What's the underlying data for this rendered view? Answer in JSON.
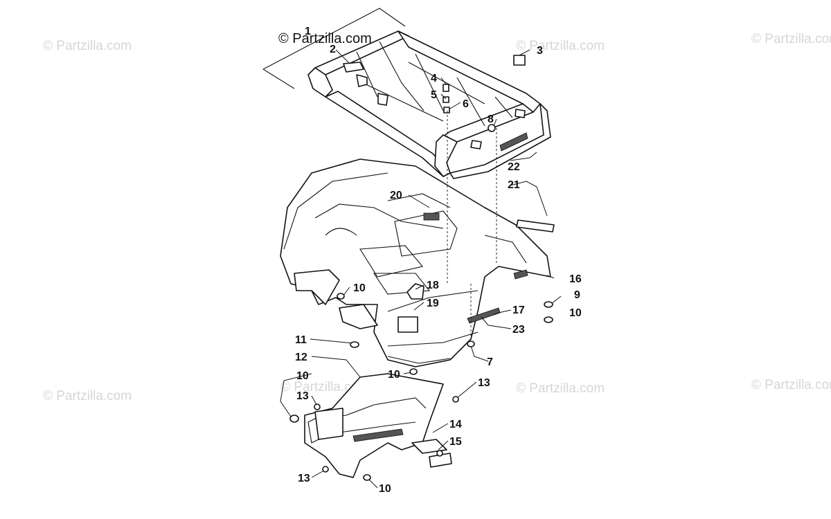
{
  "watermark": "© Partzilla.com",
  "main_watermark": "© Partzilla.com",
  "callouts": [
    {
      "id": "c1",
      "label": "1"
    },
    {
      "id": "c2",
      "label": "2"
    },
    {
      "id": "c3",
      "label": "3"
    },
    {
      "id": "c4",
      "label": "4"
    },
    {
      "id": "c5",
      "label": "5"
    },
    {
      "id": "c6",
      "label": "6"
    },
    {
      "id": "c8",
      "label": "8"
    },
    {
      "id": "c22",
      "label": "22"
    },
    {
      "id": "c21",
      "label": "21"
    },
    {
      "id": "c20",
      "label": "20"
    },
    {
      "id": "c16",
      "label": "16"
    },
    {
      "id": "c9",
      "label": "9"
    },
    {
      "id": "c10a",
      "label": "10"
    },
    {
      "id": "c10b",
      "label": "10"
    },
    {
      "id": "c18",
      "label": "18"
    },
    {
      "id": "c19",
      "label": "19"
    },
    {
      "id": "c17",
      "label": "17"
    },
    {
      "id": "c23",
      "label": "23"
    },
    {
      "id": "c11",
      "label": "11"
    },
    {
      "id": "c7",
      "label": "7"
    },
    {
      "id": "c12",
      "label": "12"
    },
    {
      "id": "c10c",
      "label": "10"
    },
    {
      "id": "c13a",
      "label": "13"
    },
    {
      "id": "c10d",
      "label": "10"
    },
    {
      "id": "c13b",
      "label": "13"
    },
    {
      "id": "c14",
      "label": "14"
    },
    {
      "id": "c15",
      "label": "15"
    },
    {
      "id": "c13c",
      "label": "13"
    },
    {
      "id": "c10e",
      "label": "10"
    }
  ]
}
